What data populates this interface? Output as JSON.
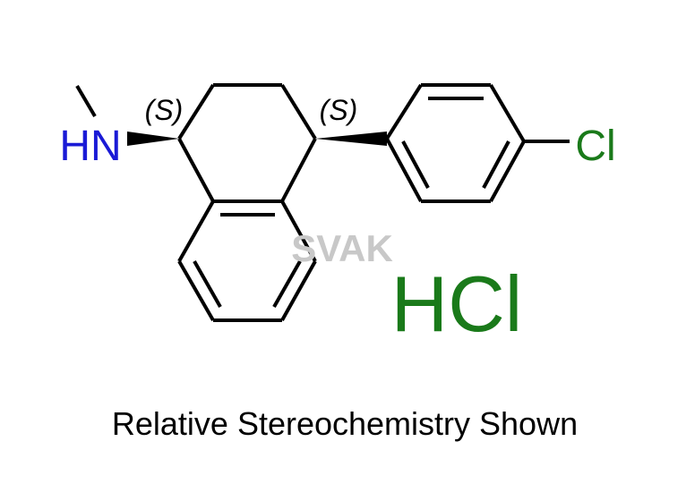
{
  "colors": {
    "nitrogen": "#1a1ad6",
    "chlorine": "#1a7a1a",
    "watermark": "#c8c8c8",
    "bond": "#000000",
    "text": "#000000"
  },
  "molecule": {
    "amine_label": "HN",
    "chlorine_label": "Cl",
    "stereo_left": "(S)",
    "stereo_right": "(S)"
  },
  "salt_label": "HCl",
  "watermark": "SVAK",
  "caption": "Relative Stereochemistry Shown"
}
